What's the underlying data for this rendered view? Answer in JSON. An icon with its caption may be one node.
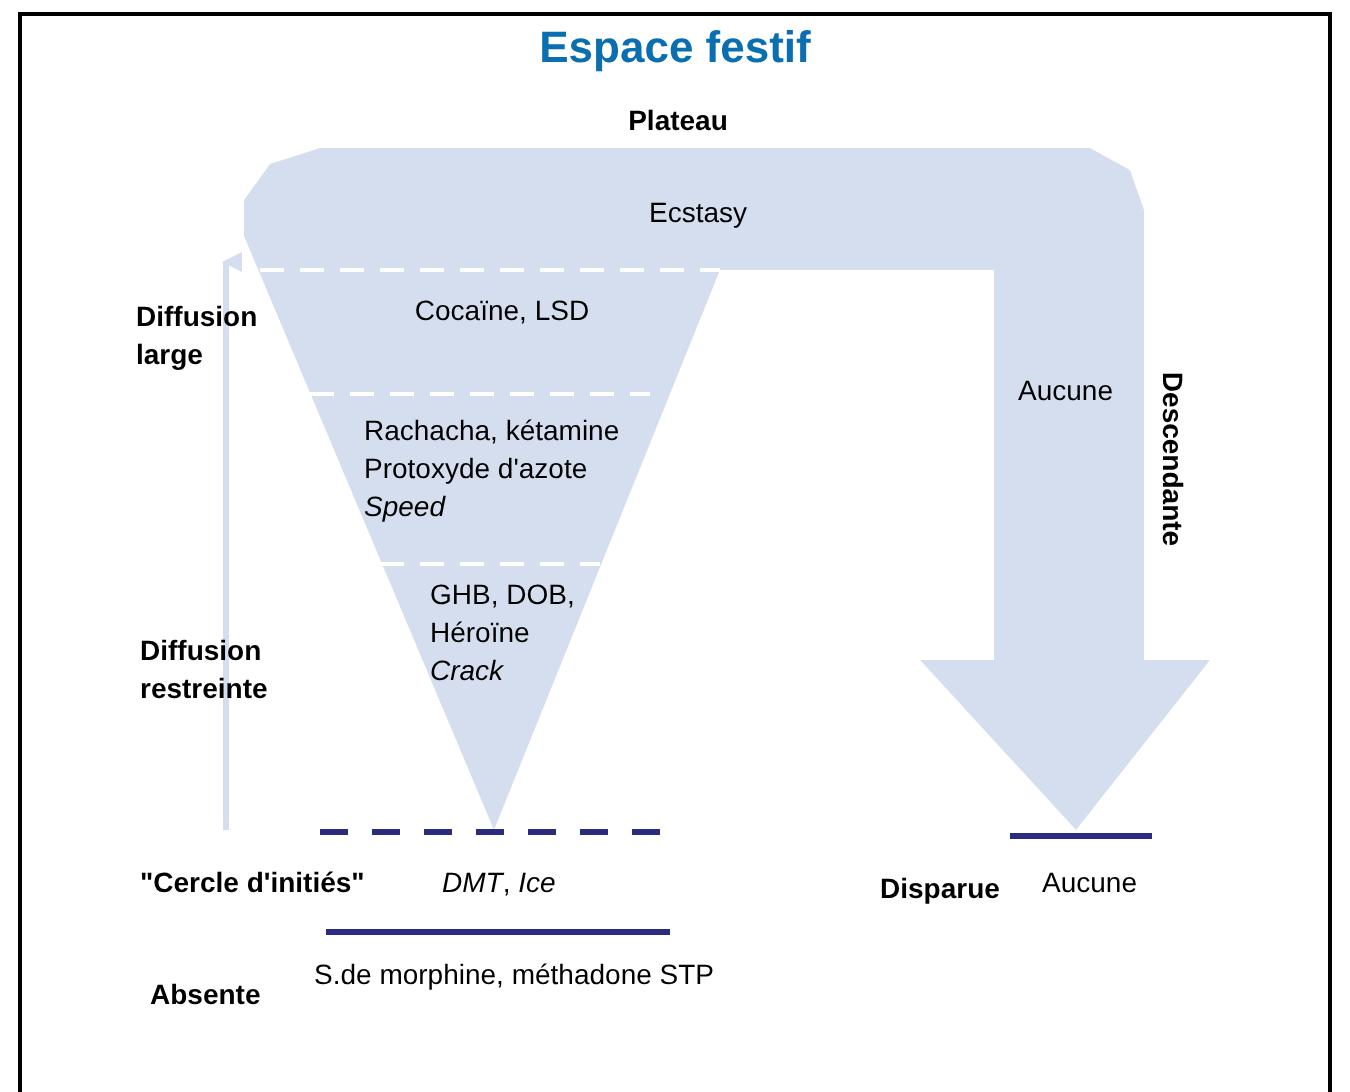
{
  "diagram": {
    "title": "Espace festif",
    "labels": [
      "Plateau",
      "Ecstasy",
      "Diffusion large",
      "Cocaïne, LSD",
      "Aucune",
      "Descendante",
      "Rachacha, kétamine Protoxyde d'azote *Speed*",
      "GHB, DOB, Héroïne *Crack*",
      "Diffusion restreinte",
      "\"Cercle d'initiés\"",
      "*DMT*, *Ice*",
      "Disparue",
      "Aucune",
      "Absente",
      "S.de morphine, méthadone STP"
    ]
  }
}
